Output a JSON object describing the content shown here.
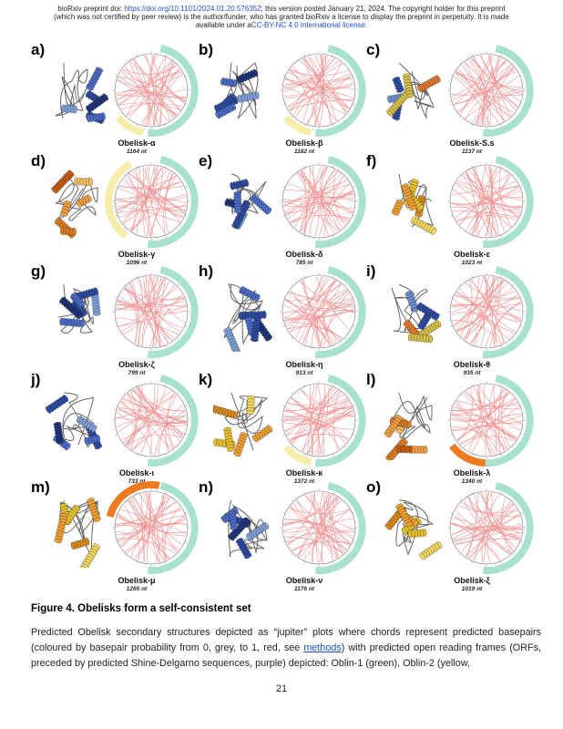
{
  "header": {
    "line1_a": "bioRxiv preprint doi: ",
    "doi": "https://doi.org/10.1101/2024.01.20.576352",
    "line1_b": "; this version posted January 21, 2024. The copyright holder for this preprint",
    "line2": "(which was not certified by peer review) is the author/funder, who has granted bioRxiv a license to display the preprint in perpetuity. It is made",
    "line3_a": "available under a",
    "license": "CC-BY-NC 4.0 International license",
    "line3_b": "."
  },
  "colors": {
    "oblin1": "#a8e2cf",
    "oblin2": "#f7edaa",
    "orange_orf": "#f07a20",
    "chord": "#ee8f8f",
    "link": "#1f4fd6"
  },
  "panels": [
    {
      "letter": "a)",
      "name": "Obelisk-α",
      "length": "1164 nt",
      "protein": "blue",
      "orf2": "yellow"
    },
    {
      "letter": "b)",
      "name": "Obelisk-β",
      "length": "1182 nt",
      "protein": "blue",
      "orf2": "yellow"
    },
    {
      "letter": "c)",
      "name": "Obelisk-S.s",
      "length": "1137 nt",
      "protein": "mixed",
      "orf2": "none"
    },
    {
      "letter": "d)",
      "name": "Obelisk-γ",
      "length": "1096 nt",
      "protein": "orange",
      "orf2": "yellow-left"
    },
    {
      "letter": "e)",
      "name": "Obelisk-δ",
      "length": "785 nt",
      "protein": "blue",
      "orf2": "none"
    },
    {
      "letter": "f)",
      "name": "Obelisk-ε",
      "length": "1023 nt",
      "protein": "yellow",
      "orf2": "none"
    },
    {
      "letter": "g)",
      "name": "Obelisk-ζ",
      "length": "799 nt",
      "protein": "blue",
      "orf2": "none"
    },
    {
      "letter": "h)",
      "name": "Obelisk-η",
      "length": "913 nt",
      "protein": "blue",
      "orf2": "none"
    },
    {
      "letter": "i)",
      "name": "Obelisk-θ",
      "length": "935 nt",
      "protein": "mixed",
      "orf2": "none"
    },
    {
      "letter": "j)",
      "name": "Obelisk-ι",
      "length": "733 nt",
      "protein": "blue",
      "orf2": "none"
    },
    {
      "letter": "k)",
      "name": "Obelisk-κ",
      "length": "1372 nt",
      "protein": "yellow",
      "orf2": "yellow"
    },
    {
      "letter": "l)",
      "name": "Obelisk-λ",
      "length": "1340 nt",
      "protein": "orange",
      "orf2": "orange"
    },
    {
      "letter": "m)",
      "name": "Obelisk-μ",
      "length": "1265 nt",
      "protein": "yellow",
      "orf2": "orange-left"
    },
    {
      "letter": "n)",
      "name": "Obelisk-ν",
      "length": "1176 nt",
      "protein": "blue",
      "orf2": "none"
    },
    {
      "letter": "o)",
      "name": "Obelisk-ξ",
      "length": "1019 nt",
      "protein": "yellow",
      "orf2": "none"
    }
  ],
  "caption": {
    "title": "Figure 4. Obelisks form a self-consistent set",
    "text_a": "Predicted Obelisk secondary structures depicted as “jupiter” plots where chords represent predicted basepairs (coloured by basepair probability from 0, grey, to 1, red, see ",
    "link": "methods",
    "text_b": ") with predicted open reading frames (ORFs, preceded by predicted Shine-Delgarno sequences, purple) depicted: Oblin-1 (green), Oblin-2 (yellow,"
  },
  "page_number": "21"
}
